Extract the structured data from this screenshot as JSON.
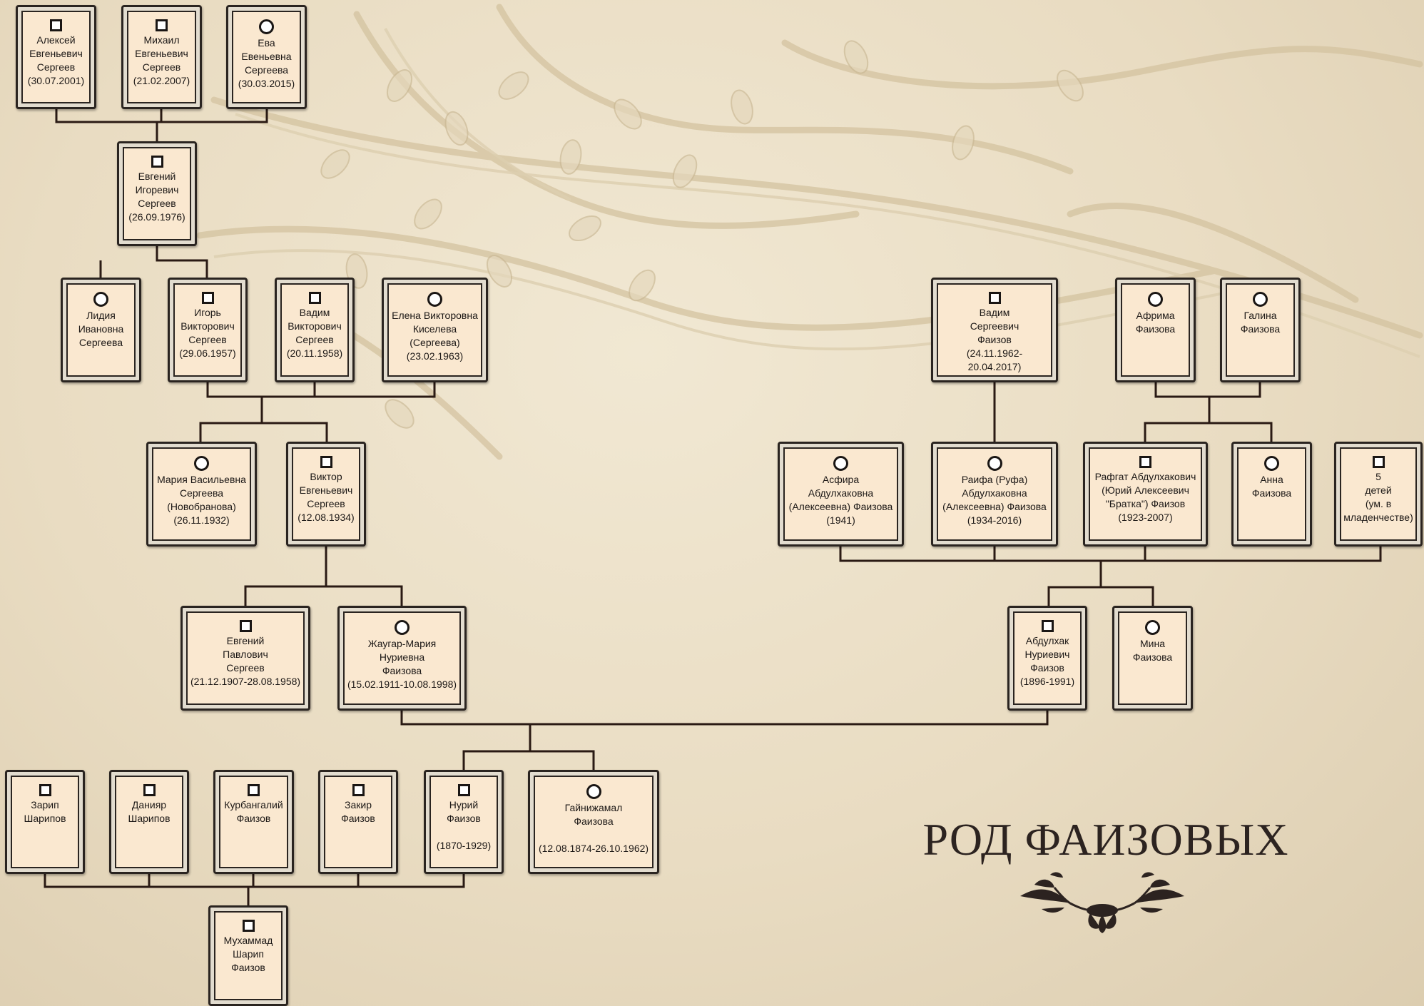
{
  "title": "РОД ФАИЗОВЫХ",
  "colors": {
    "card_fill": "#fae8d0",
    "line": "#2a1a14",
    "frame": "#2a2420",
    "title": "#2c2320"
  },
  "persons": [
    {
      "id": "aleksey",
      "gender": "m",
      "text": "Алексей\nЕвгеньевич\nСергеев\n(30.07.2001)"
    },
    {
      "id": "mikhail",
      "gender": "m",
      "text": "Михаил\nЕвгеньевич\nСергеев\n(21.02.2007)"
    },
    {
      "id": "eva",
      "gender": "f",
      "text": "Ева\nЕвеньевна\nСергеева\n(30.03.2015)"
    },
    {
      "id": "evgeniy-igorevich",
      "gender": "m",
      "text": "Евгений\nИгоревич\nСергеев\n(26.09.1976)"
    },
    {
      "id": "lidiya",
      "gender": "f",
      "text": "Лидия\nИвановна\nСергеева"
    },
    {
      "id": "igor",
      "gender": "m",
      "text": "Игорь\nВикторович\nСергеев\n(29.06.1957)"
    },
    {
      "id": "vadim-viktorovich",
      "gender": "m",
      "text": "Вадим\nВикторович\nСергеев\n(20.11.1958)"
    },
    {
      "id": "elena",
      "gender": "f",
      "text": "Елена Викторовна\nКиселева\n(Сергеева)\n(23.02.1963)"
    },
    {
      "id": "mariya",
      "gender": "f",
      "text": "Мария Васильевна\nСергеева\n(Новобранова)\n(26.11.1932)"
    },
    {
      "id": "viktor",
      "gender": "m",
      "text": "Виктор\nЕвгеньевич\nСергеев\n(12.08.1934)"
    },
    {
      "id": "evgeniy-pavlovich",
      "gender": "m",
      "text": "Евгений\nПавлович\nСергеев\n(21.12.1907-28.08.1958)"
    },
    {
      "id": "zhaugar",
      "gender": "f",
      "text": "Жаугар-Мария\nНуриевна\nФаизова\n(15.02.1911-10.08.1998)"
    },
    {
      "id": "vadim-sergeevich",
      "gender": "m",
      "text": "Вадим\nСергеевич\nФаизов\n(24.11.1962-20.04.2017)"
    },
    {
      "id": "afrima",
      "gender": "f",
      "text": "Африма\nФаизова"
    },
    {
      "id": "galina",
      "gender": "f",
      "text": "Галина\nФаизова"
    },
    {
      "id": "asfira",
      "gender": "f",
      "text": "Асфира\nАбдулхаковна\n(Алексеевна) Фаизова\n(1941)"
    },
    {
      "id": "raifa",
      "gender": "f",
      "text": "Раифа (Руфа)\nАбдулхаковна\n(Алексеевна) Фаизова\n(1934-2016)"
    },
    {
      "id": "rafgat",
      "gender": "m",
      "text": "Рафгат Абдулхакович\n(Юрий Алексеевич\n\"Братка\") Фаизов\n(1923-2007)"
    },
    {
      "id": "anna",
      "gender": "f",
      "text": "Анна\nФаизова"
    },
    {
      "id": "five-children",
      "gender": "m",
      "text": "5\nдетей\n(ум. в\nмладенчестве)"
    },
    {
      "id": "abdulkhak",
      "gender": "m",
      "text": "Абдулхак\nНуриевич\nФаизов\n(1896-1991)"
    },
    {
      "id": "mina",
      "gender": "f",
      "text": "Мина\nФаизова"
    },
    {
      "id": "zarip",
      "gender": "m",
      "text": "Зарип\nШарипов"
    },
    {
      "id": "daniyar",
      "gender": "m",
      "text": "Данияр\nШарипов"
    },
    {
      "id": "kurbangaliy",
      "gender": "m",
      "text": "Курбангалий\nФаизов"
    },
    {
      "id": "zakir",
      "gender": "m",
      "text": "Закир\nФаизов"
    },
    {
      "id": "nuriy",
      "gender": "m",
      "text": "Нурий\nФаизов\n\n(1870-1929)"
    },
    {
      "id": "gaynizhamal",
      "gender": "f",
      "text": "Гайнижамал\nФаизова\n\n(12.08.1874-26.10.1962)"
    },
    {
      "id": "mukhammad",
      "gender": "m",
      "text": "Мухаммад\nШарип\nФаизов"
    }
  ]
}
